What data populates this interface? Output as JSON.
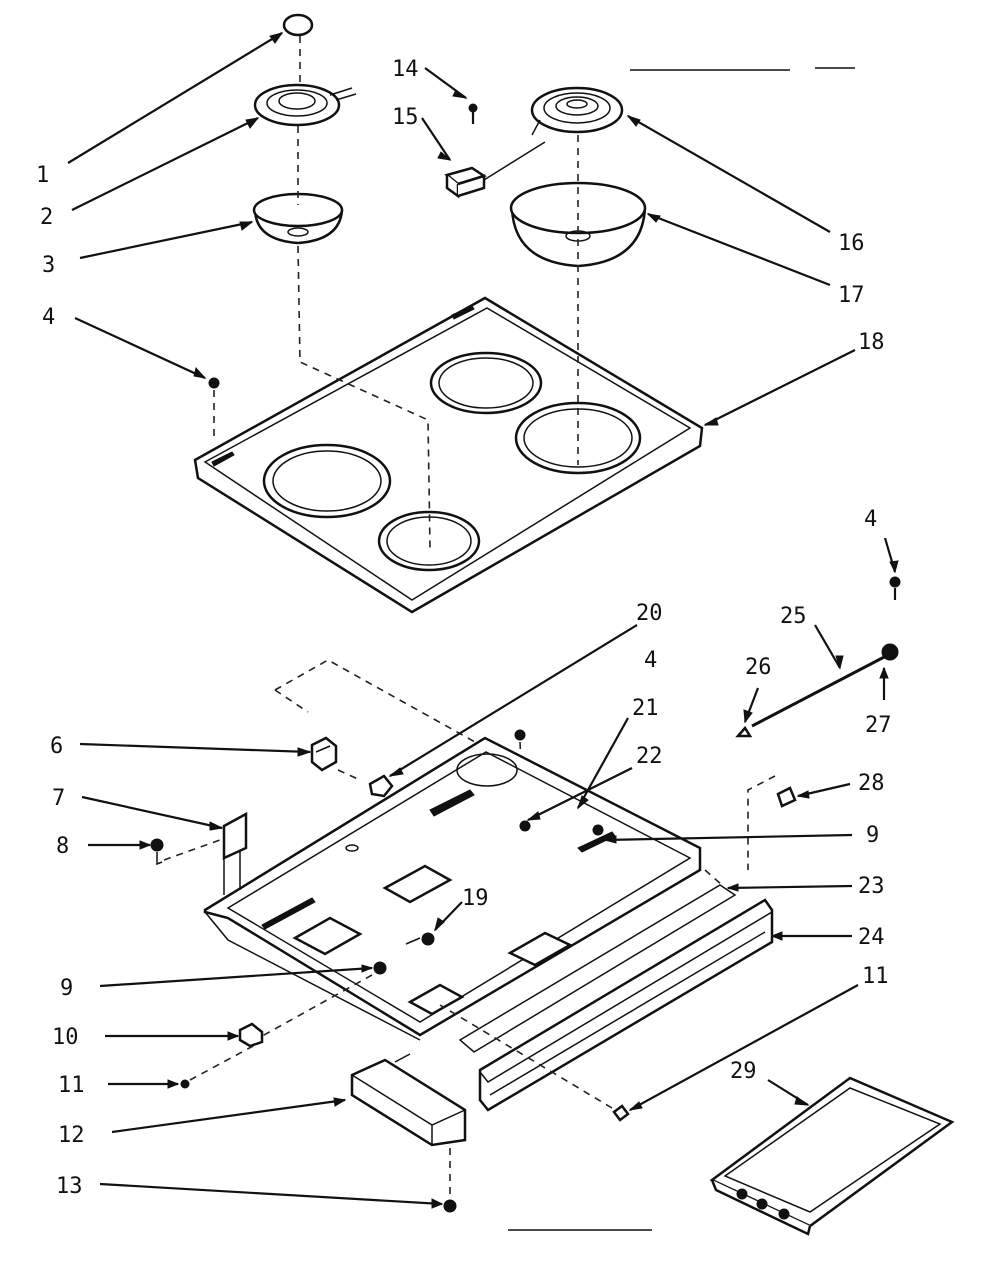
{
  "callouts": [
    {
      "id": "c1",
      "label": "1"
    },
    {
      "id": "c2",
      "label": "2"
    },
    {
      "id": "c3",
      "label": "3"
    },
    {
      "id": "c4a",
      "label": "4"
    },
    {
      "id": "c14",
      "label": "14"
    },
    {
      "id": "c15",
      "label": "15"
    },
    {
      "id": "c16",
      "label": "16"
    },
    {
      "id": "c17",
      "label": "17"
    },
    {
      "id": "c18",
      "label": "18"
    },
    {
      "id": "c4b",
      "label": "4"
    },
    {
      "id": "c25",
      "label": "25"
    },
    {
      "id": "c26",
      "label": "26"
    },
    {
      "id": "c27",
      "label": "27"
    },
    {
      "id": "c20",
      "label": "20"
    },
    {
      "id": "c4c",
      "label": "4"
    },
    {
      "id": "c21",
      "label": "21"
    },
    {
      "id": "c22",
      "label": "22"
    },
    {
      "id": "c6",
      "label": "6"
    },
    {
      "id": "c28",
      "label": "28"
    },
    {
      "id": "c7",
      "label": "7"
    },
    {
      "id": "c8",
      "label": "8"
    },
    {
      "id": "c9a",
      "label": "9"
    },
    {
      "id": "c19",
      "label": "19"
    },
    {
      "id": "c23",
      "label": "23"
    },
    {
      "id": "c24",
      "label": "24"
    },
    {
      "id": "c9b",
      "label": "9"
    },
    {
      "id": "c11a",
      "label": "11"
    },
    {
      "id": "c10",
      "label": "10"
    },
    {
      "id": "c29",
      "label": "29"
    },
    {
      "id": "c11b",
      "label": "11"
    },
    {
      "id": "c12",
      "label": "12"
    },
    {
      "id": "c13",
      "label": "13"
    }
  ]
}
